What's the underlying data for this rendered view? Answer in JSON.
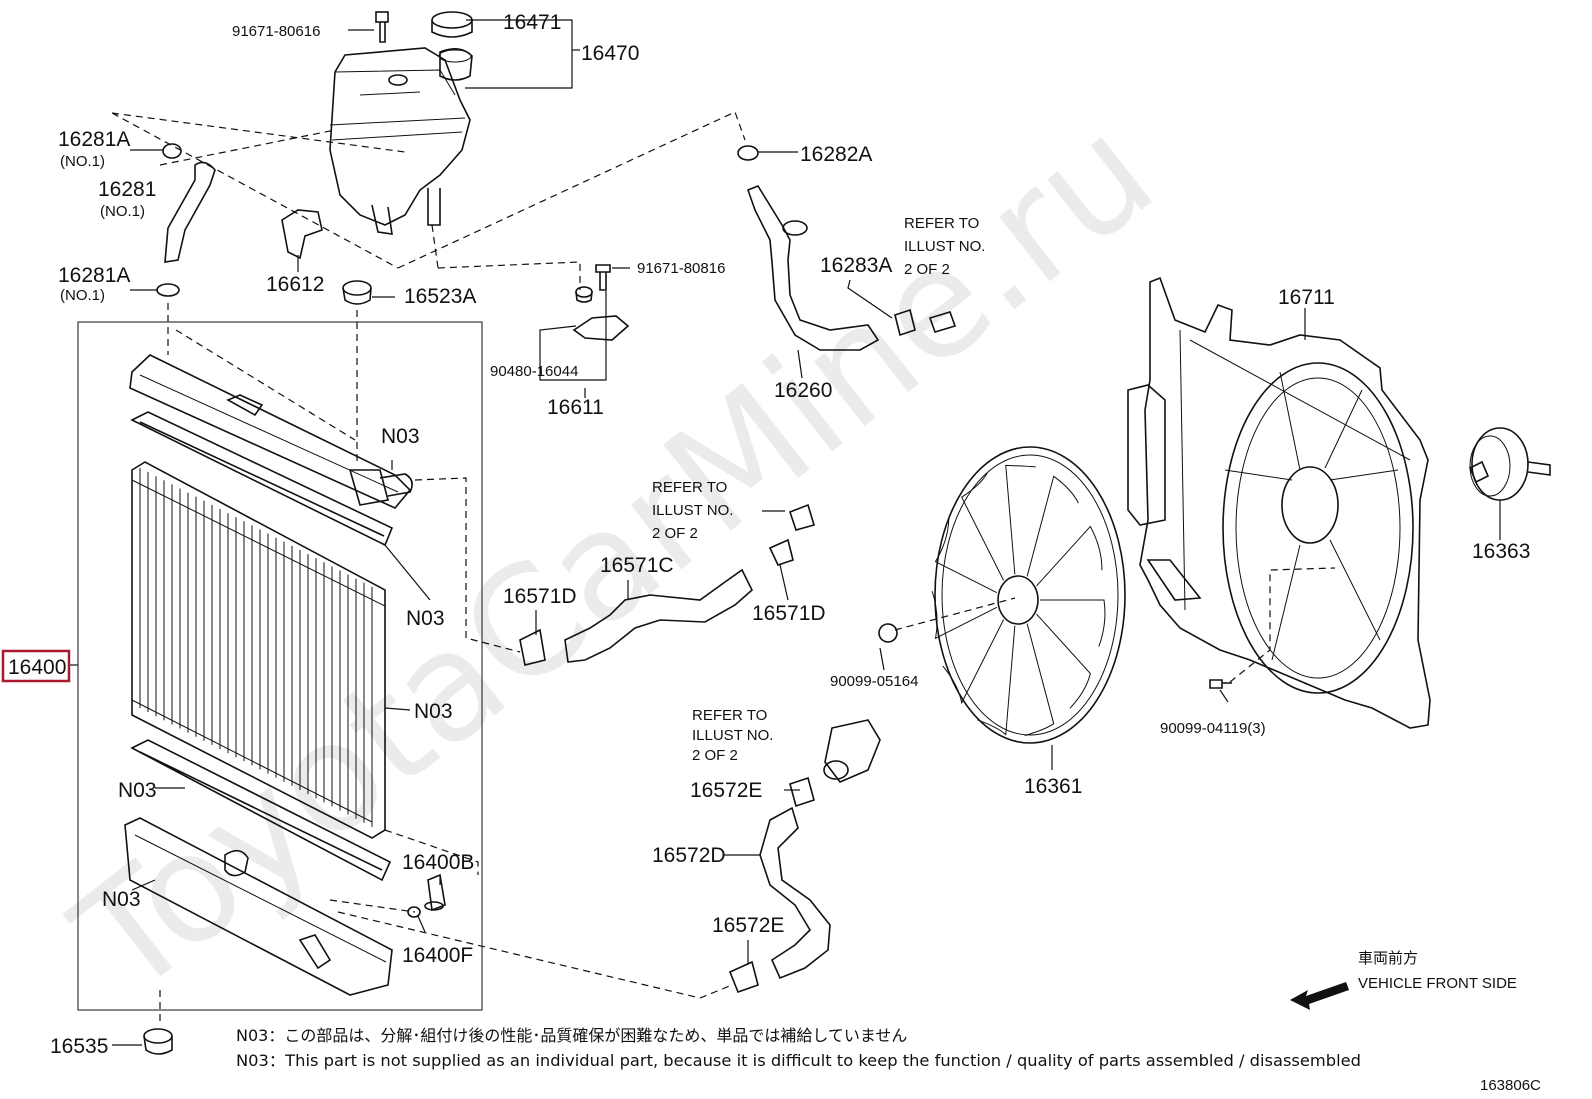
{
  "watermark": "ToyotaCarMine.ru",
  "diagram_code": "163806C",
  "highlighted_part": "16400",
  "parts": {
    "p91671_80616": "91671-80616",
    "p16471": "16471",
    "p16470": "16470",
    "p16281A_top": "16281A",
    "p16281A_top_sub": "(NO.1)",
    "p16281": "16281",
    "p16281_sub": "(NO.1)",
    "p16281A_bot": "16281A",
    "p16281A_bot_sub": "(NO.1)",
    "p16612": "16612",
    "p16523A": "16523A",
    "p16282A": "16282A",
    "p91671_80816": "91671-80816",
    "p90480_16044": "90480-16044",
    "p16611": "16611",
    "p16283A": "16283A",
    "p16260": "16260",
    "p16711": "16711",
    "p16363": "16363",
    "p16400": "16400",
    "n03_a": "N03",
    "n03_b": "N03",
    "n03_c": "N03",
    "n03_d": "N03",
    "n03_e": "N03",
    "p16571D_a": "16571D",
    "p16571C": "16571C",
    "p16571D_b": "16571D",
    "p90099_05164": "90099-05164",
    "p90099_04119": "90099-04119(3)",
    "p16361": "16361",
    "p16572E_a": "16572E",
    "p16572D": "16572D",
    "p16572E_b": "16572E",
    "p16400B": "16400B",
    "p16400F": "16400F",
    "p16535": "16535"
  },
  "refer_notes": {
    "ref1": [
      "REFER TO",
      "ILLUST NO.",
      "2 OF 2"
    ],
    "ref2": [
      "REFER TO",
      "ILLUST NO.",
      "2 OF 2"
    ],
    "ref3": [
      "REFER TO",
      "ILLUST NO.",
      "2 OF 2"
    ]
  },
  "front_side": {
    "jp": "車両前方",
    "en": "VEHICLE FRONT SIDE"
  },
  "footnotes": {
    "jp": "N03：この部品は、分解･組付け後の性能･品質確保が困難なため、単品では補給していません",
    "en": "N03：This part is not supplied as an individual part, because it is difficult to keep the function / quality of parts assembled / disassembled"
  }
}
